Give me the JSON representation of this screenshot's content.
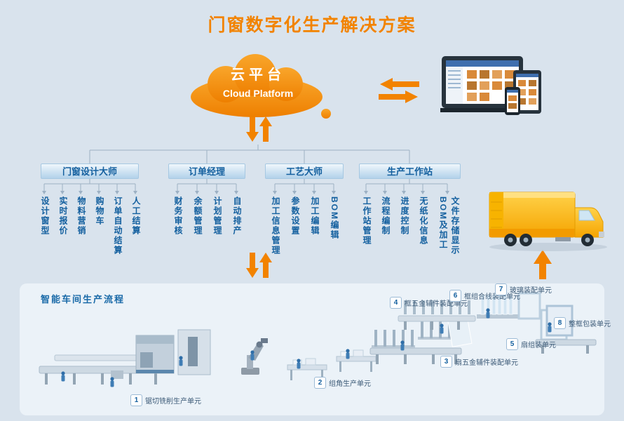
{
  "title": "门窗数字化生产解决方案",
  "cloud": {
    "title": "云平台",
    "subtitle": "Cloud Platform"
  },
  "modules": [
    {
      "title": "门窗设计大师",
      "children": [
        "设计窗型",
        "实时报价",
        "物料营销",
        "购物车",
        "订单自动结算",
        "人工结算"
      ]
    },
    {
      "title": "订单经理",
      "children": [
        "财务审核",
        "余额管理",
        "计划管理",
        "自动排产"
      ]
    },
    {
      "title": "工艺大师",
      "children": [
        "加工信息管理",
        "参数设置",
        "加工编辑",
        "BOM编辑"
      ]
    },
    {
      "title": "生产工作站",
      "children": [
        "工作站管理",
        "流程编制",
        "进度控制",
        "无纸化信息",
        "文件存储显示BOM及加工"
      ]
    }
  ],
  "workshop": {
    "label": "智能车间生产流程",
    "stations": [
      {
        "num": "1",
        "name": "锯切铣削生产单元"
      },
      {
        "num": "2",
        "name": "组角生产单元"
      },
      {
        "num": "3",
        "name": "扇五金辅件装配单元"
      },
      {
        "num": "4",
        "name": "框五金辅件装配单元"
      },
      {
        "num": "5",
        "name": "扇组装单元"
      },
      {
        "num": "6",
        "name": "框组合线装配单元"
      },
      {
        "num": "7",
        "name": "玻璃装配单元"
      },
      {
        "num": "8",
        "name": "整框包装单元"
      }
    ]
  },
  "icons": {
    "cloud": "cloud-shape",
    "arrows": "orange block arrows",
    "devices": "laptop-tablet-phone mockup",
    "truck": "delivery truck"
  },
  "colors": {
    "accent_orange": "#f28300",
    "primary_blue": "#14609f",
    "background": "#d9e3ed",
    "panel": "#ebf2f8",
    "truck_yellow": "#fdbe2a"
  }
}
